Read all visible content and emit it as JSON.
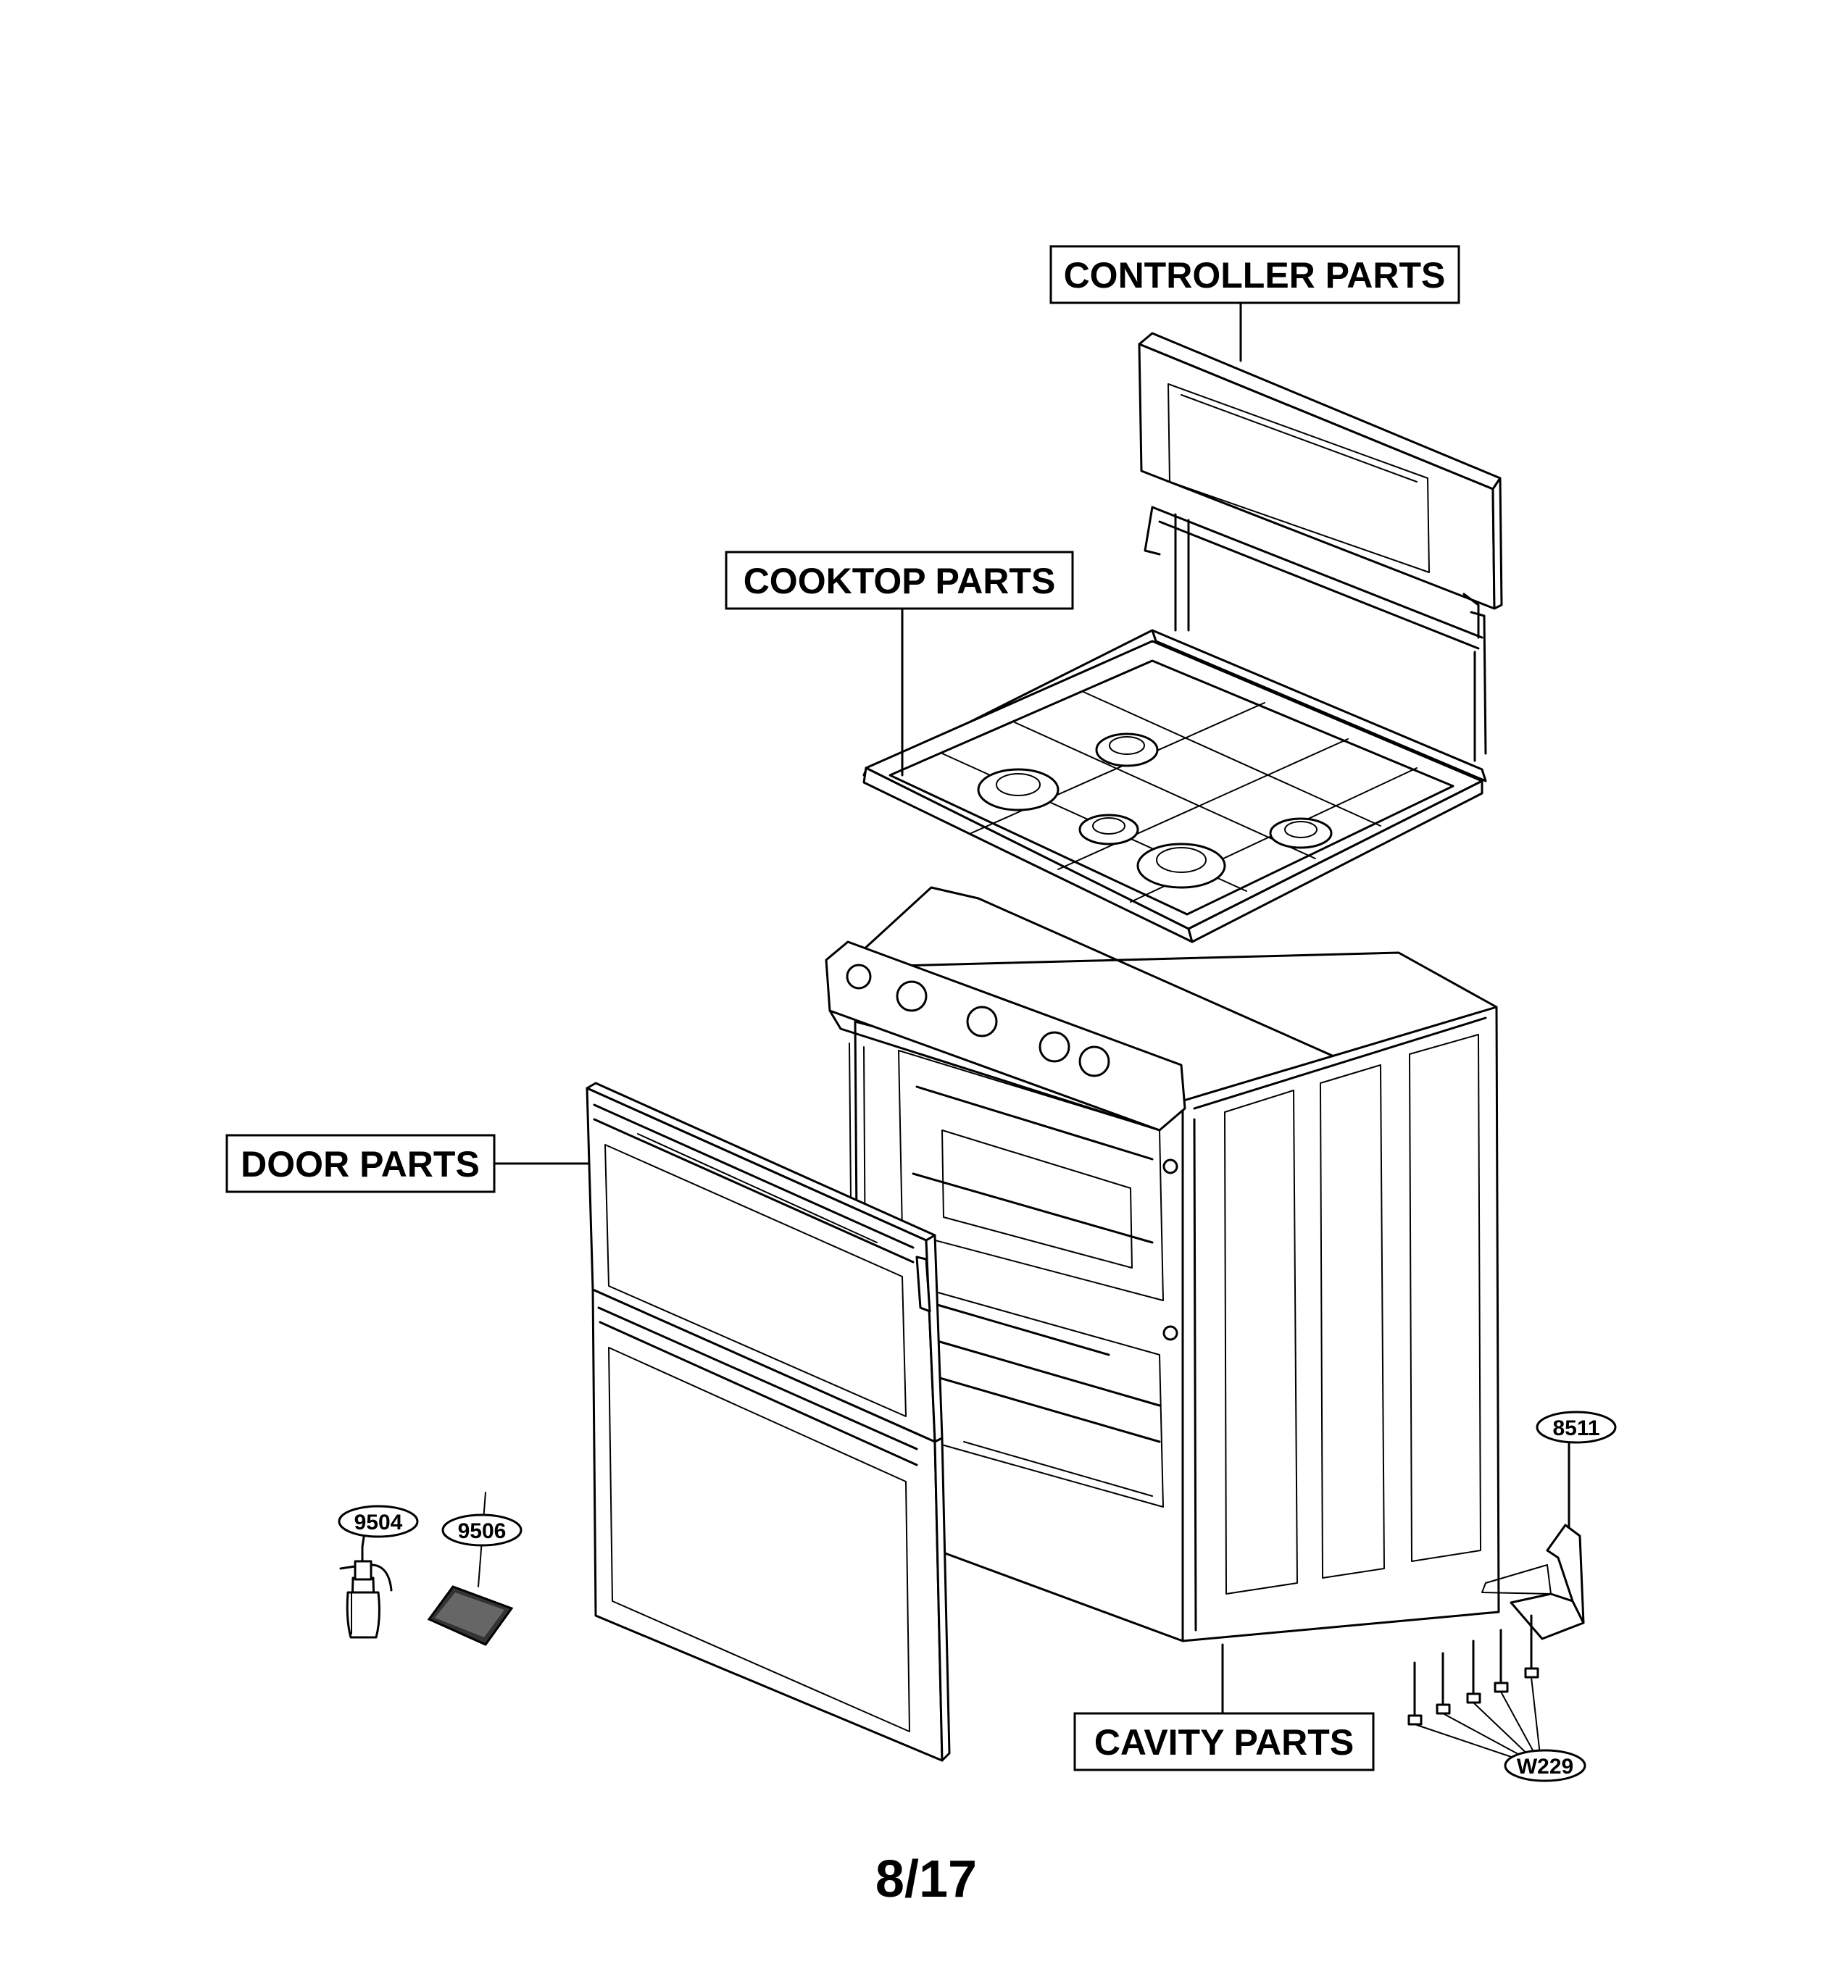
{
  "labels": {
    "controller": "CONTROLLER PARTS",
    "cooktop": "COOKTOP PARTS",
    "door": "DOOR PARTS",
    "cavity": "CAVITY PARTS"
  },
  "callouts": {
    "c8511": "8511",
    "c9504": "9504",
    "c9506": "9506",
    "cw229": "W229"
  },
  "page_number": "8/17"
}
